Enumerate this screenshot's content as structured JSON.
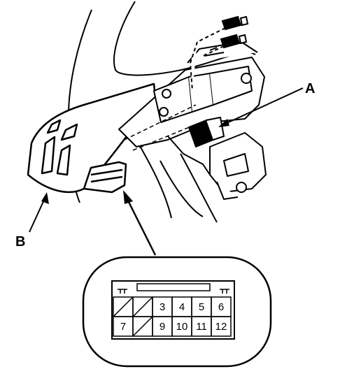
{
  "callouts": {
    "a": "A",
    "b": "B"
  },
  "connector": {
    "pins": [
      "",
      "",
      "3",
      "4",
      "5",
      "6",
      "7",
      "",
      "9",
      "10",
      "11",
      "12"
    ],
    "unused_pins": [
      1,
      2,
      8
    ]
  },
  "colors": {
    "line": "#000000",
    "background": "#ffffff"
  }
}
